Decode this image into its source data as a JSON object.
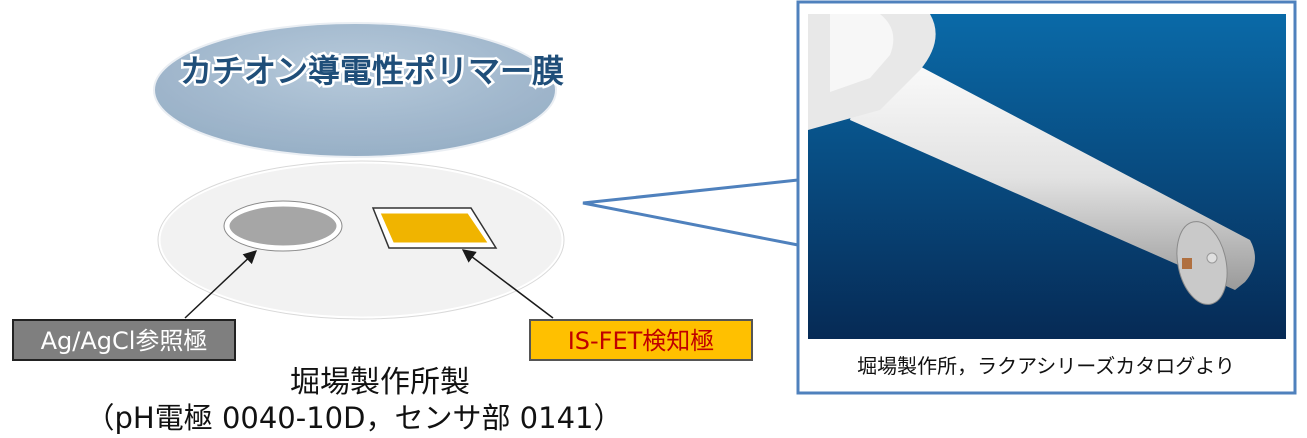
{
  "membrane_label": "カチオン導電性ポリマー膜",
  "reference_electrode_label": "Ag/AgCl参照極",
  "sensing_electrode_label": "IS-FET検知極",
  "maker_line1": "堀場製作所製",
  "maker_line2": "（pH電極 0040-10D，センサ部 0141）",
  "photo_caption": "堀場製作所，ラクアシリーズカタログより",
  "colors": {
    "callout_border": "#4f81bd",
    "membrane_fill": "#9fb6cc",
    "membrane_text": "#1f4e79",
    "sensing_fill": "#f0b400",
    "sensing_label_text": "#c00000",
    "reference_box_fill": "#7f7f7f"
  }
}
